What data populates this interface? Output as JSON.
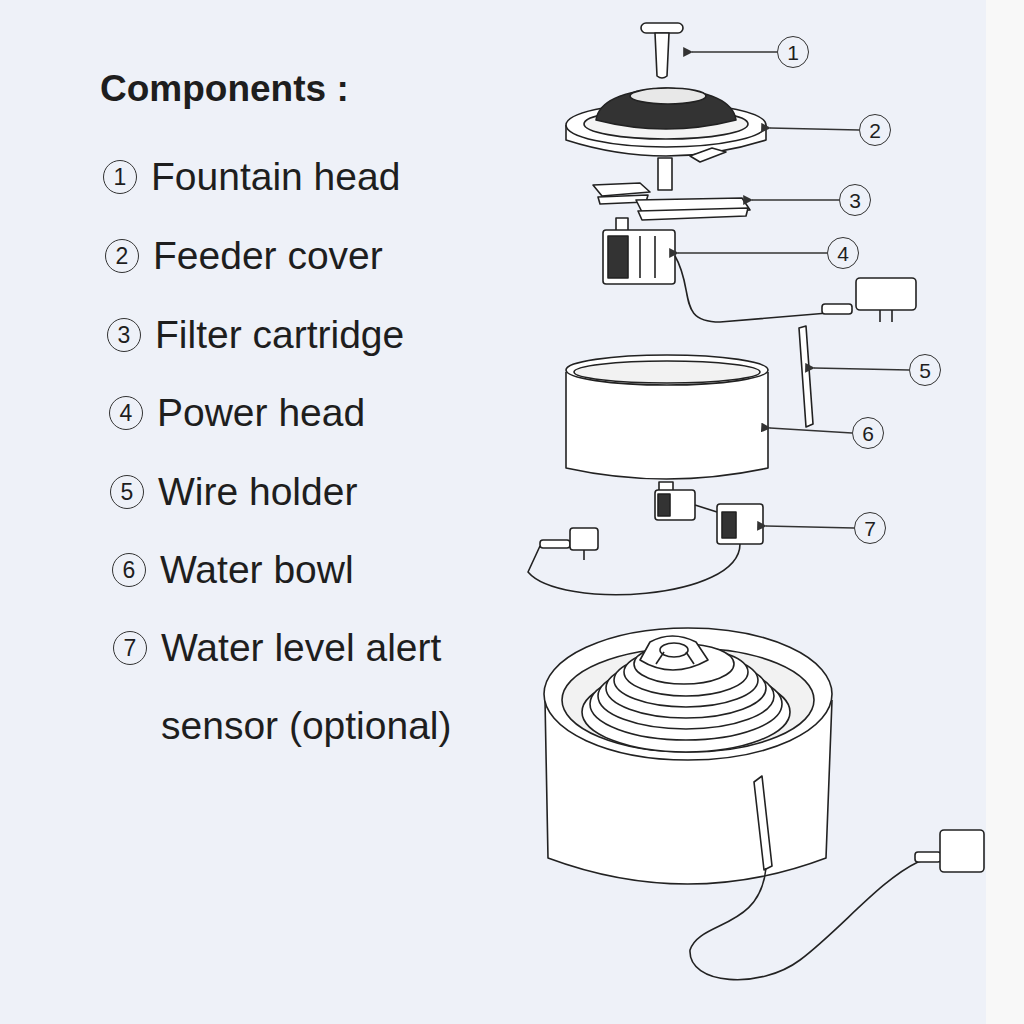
{
  "diagram": {
    "title": "Components :",
    "nodes": [
      {
        "text": [
          "1",
          "Fountain head"
        ]
      },
      {
        "text": [
          "2",
          "Feeder cover"
        ]
      },
      {
        "text": [
          "3",
          "Filter cartridge"
        ]
      },
      {
        "text": [
          "4",
          "Power head"
        ]
      },
      {
        "text": [
          "5",
          "Wire holder"
        ]
      },
      {
        "text": [
          "6",
          "Water bowl"
        ]
      },
      {
        "text": [
          "7",
          "Water level alert sensor (optional)"
        ]
      },
      {
        "text": [
          "1"
        ]
      },
      {
        "text": [
          "2"
        ]
      },
      {
        "text": [
          "3"
        ]
      },
      {
        "text": [
          "4"
        ]
      },
      {
        "text": [
          "5"
        ]
      },
      {
        "text": [
          "6"
        ]
      },
      {
        "text": [
          "7"
        ]
      }
    ]
  }
}
